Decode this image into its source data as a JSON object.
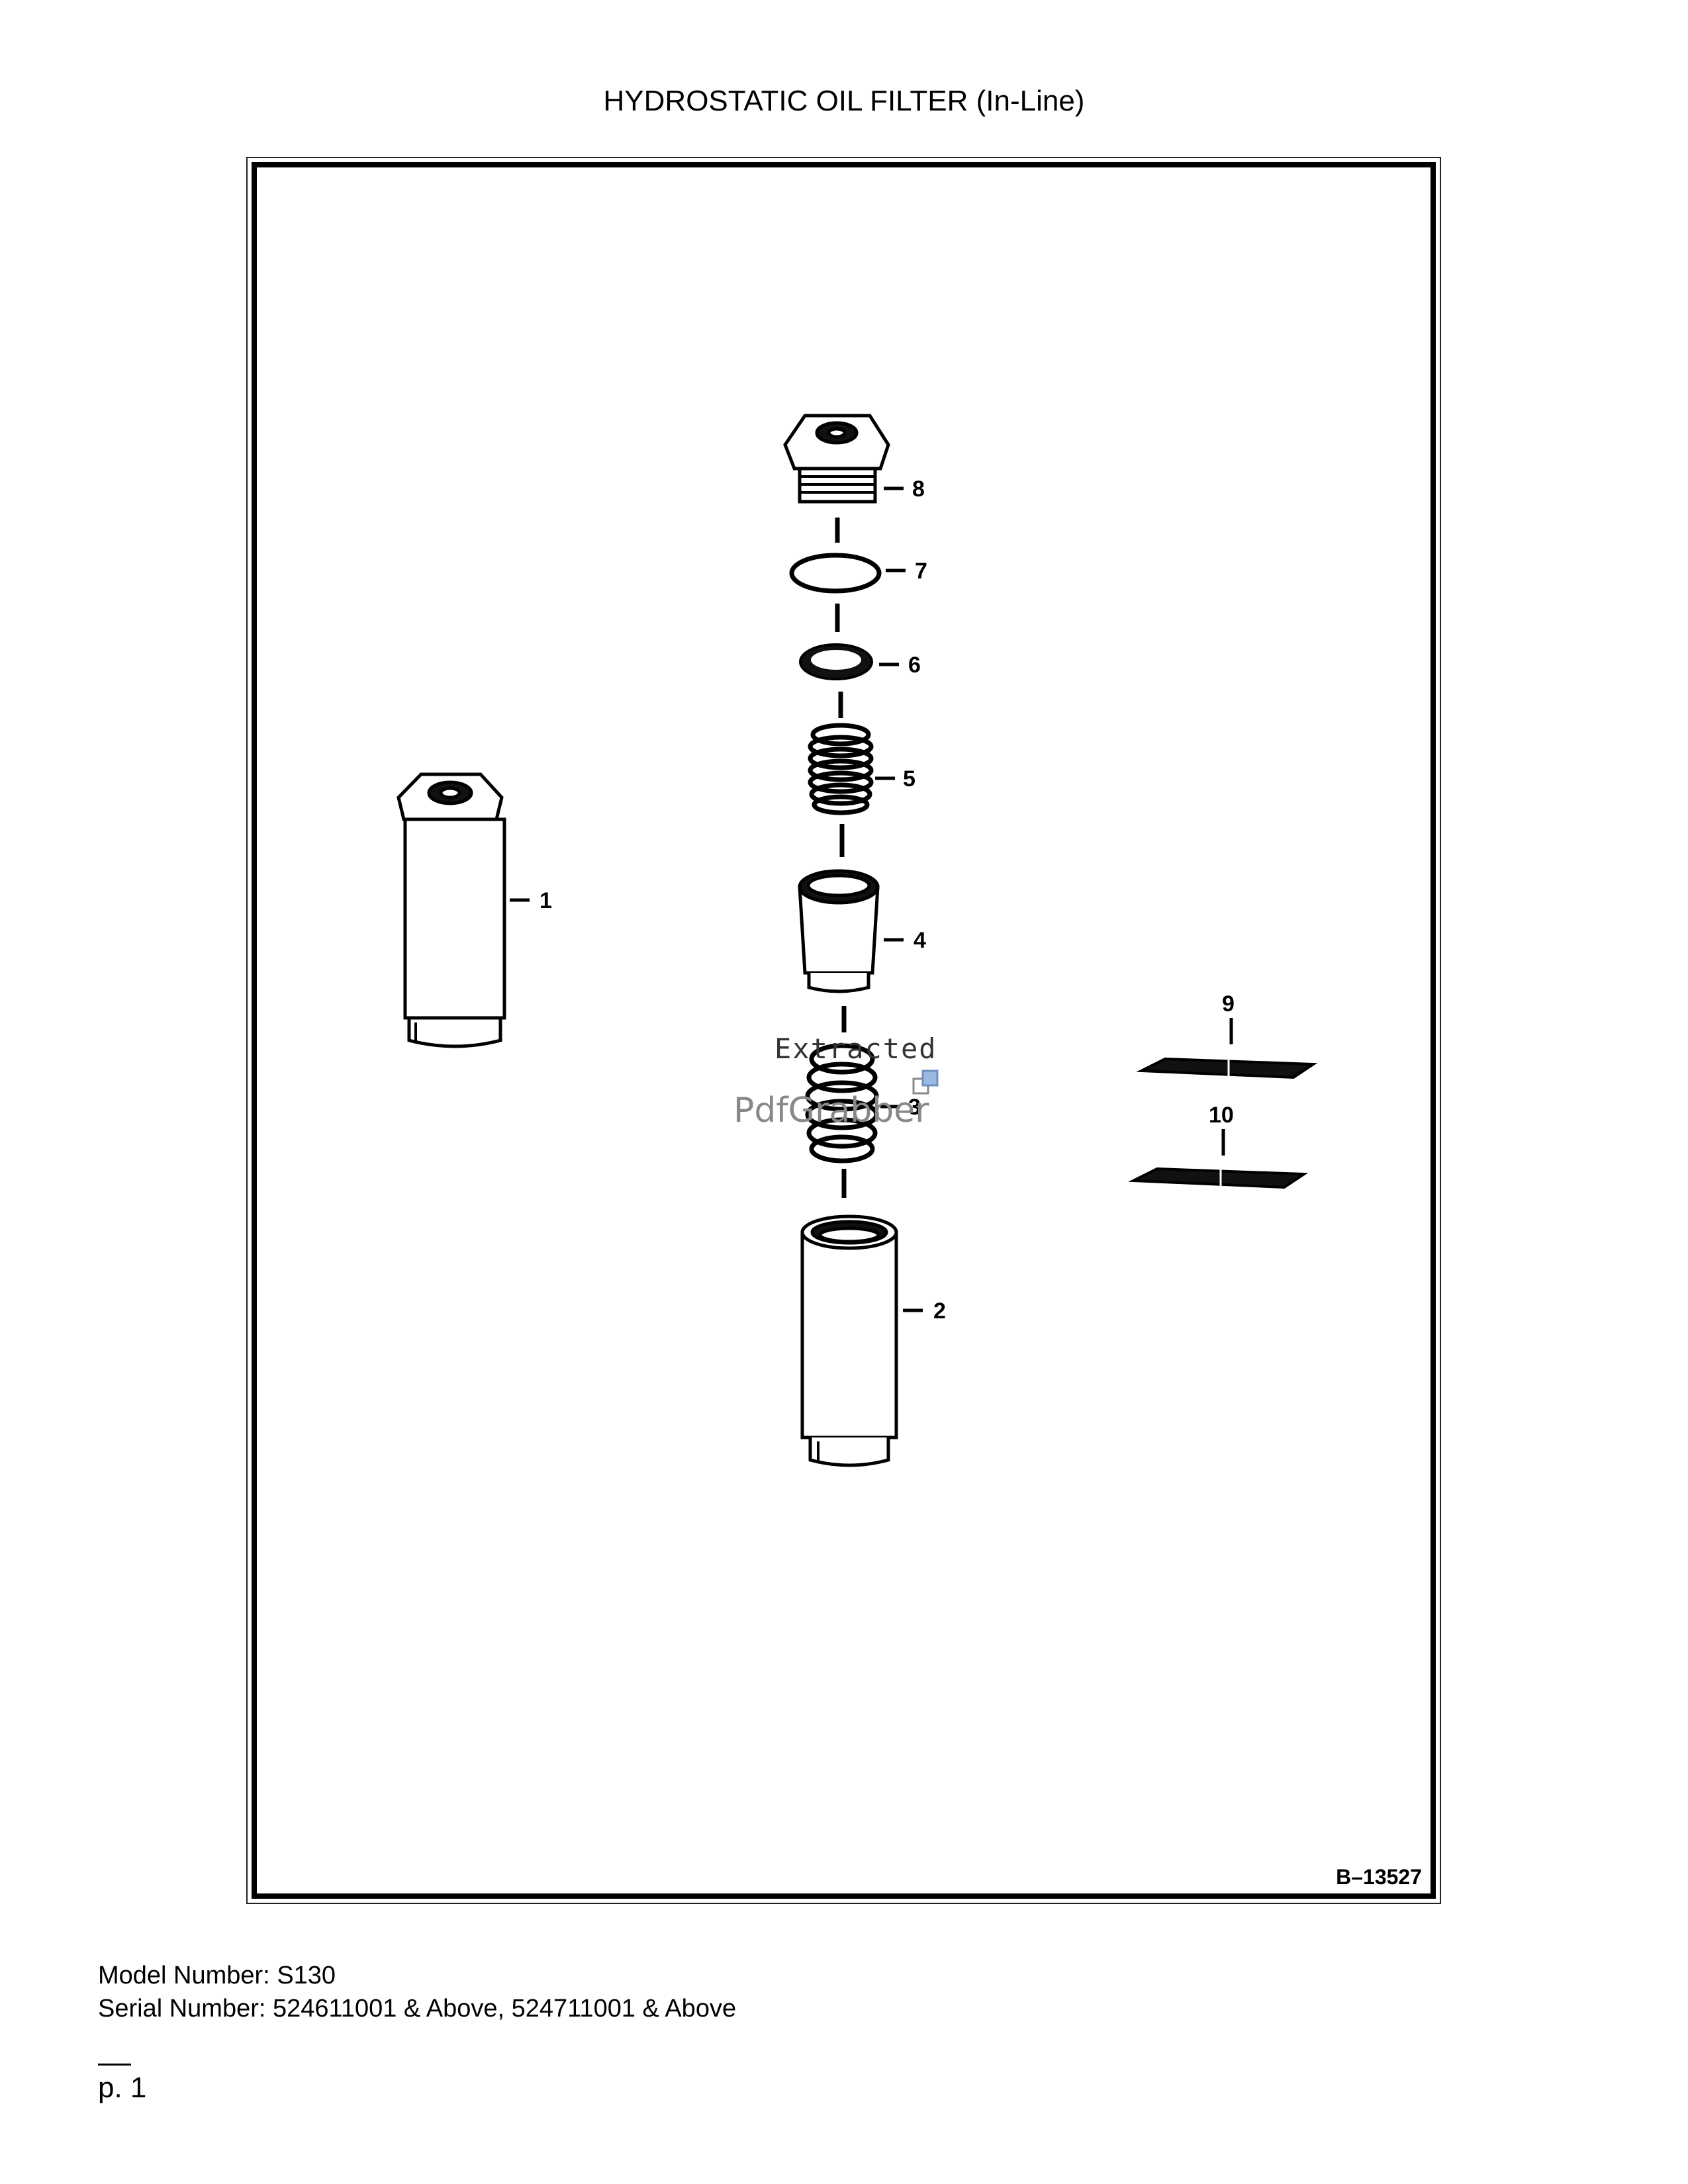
{
  "page": {
    "title": "HYDROSTATIC OIL FILTER (In-Line)",
    "page_number": "p. 1"
  },
  "diagram": {
    "reference_code": "B–13527",
    "callouts": [
      "1",
      "2",
      "3",
      "4",
      "5",
      "6",
      "7",
      "8",
      "9",
      "10"
    ],
    "watermark": {
      "line1": "Extracted",
      "line2": "PdfGrabber"
    }
  },
  "footer": {
    "model_number": "Model Number: S130",
    "serial_number": "Serial Number: 524611001 & Above, 524711001 & Above"
  }
}
